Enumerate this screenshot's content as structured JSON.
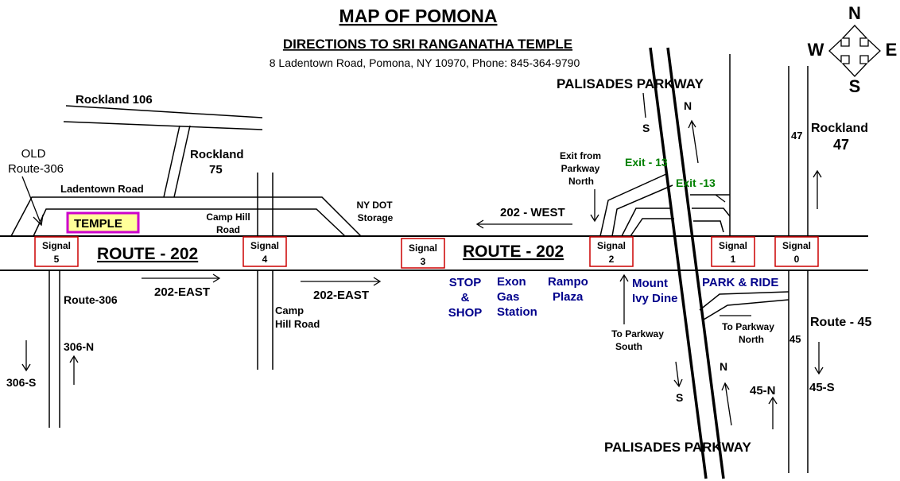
{
  "header": {
    "title": "MAP OF POMONA",
    "subtitle": "DIRECTIONS TO SRI RANGANATHA TEMPLE",
    "address": "8 Ladentown Road, Pomona, NY 10970, Phone: 845-364-9790"
  },
  "compass": {
    "n": "N",
    "s": "S",
    "e": "E",
    "w": "W"
  },
  "roads": {
    "route202": "ROUTE - 202",
    "route202_b": "ROUTE - 202",
    "rockland106": "Rockland 106",
    "rockland75_a": "Rockland",
    "rockland75_b": "75",
    "old306_a": "OLD",
    "old306_b": "Route-306",
    "ladentown": "Ladentown Road",
    "camphill_n_a": "Camp Hill",
    "camphill_n_b": "Road",
    "camphill_s_a": "Camp",
    "camphill_s_b": "Hill Road",
    "nydot_a": "NY DOT",
    "nydot_b": "Storage",
    "route306": "Route-306",
    "r306n": "306-N",
    "r306s": "306-S",
    "east1": "202-EAST",
    "east2": "202-EAST",
    "west": "202 - WEST",
    "palisades_top": "PALISADES PARKWAY",
    "palisades_bottom": "PALISADES PARKWAY",
    "exit_from_a": "Exit from",
    "exit_from_b": "Parkway",
    "exit_from_c": "North",
    "exit13a": "Exit - 13",
    "exit13b": "Exit -13",
    "to_south_a": "To Parkway",
    "to_south_b": "South",
    "to_north_a": "To Parkway",
    "to_north_b": "North",
    "rockland47_a": "Rockland",
    "rockland47_b": "47",
    "r47_small": "47",
    "route45": "Route - 45",
    "r45_small": "45",
    "r45n": "45-N",
    "r45s": "45-S",
    "pk_n_top": "N",
    "pk_s_top": "S",
    "pk_n_bot": "N",
    "pk_s_bot": "S"
  },
  "temple": "TEMPLE",
  "signals": [
    {
      "label": "Signal",
      "num": "5"
    },
    {
      "label": "Signal",
      "num": "4"
    },
    {
      "label": "Signal",
      "num": "3"
    },
    {
      "label": "Signal",
      "num": "2"
    },
    {
      "label": "Signal",
      "num": "1"
    },
    {
      "label": "Signal",
      "num": "0"
    }
  ],
  "places": {
    "stop_a": "STOP",
    "stop_b": "&",
    "stop_c": "SHOP",
    "exon_a": "Exon",
    "exon_b": "Gas",
    "exon_c": "Station",
    "rampo_a": "Rampo",
    "rampo_b": "Plaza",
    "ivy_a": "Mount",
    "ivy_b": "Ivy Dine",
    "park": "PARK & RIDE"
  },
  "colors": {
    "signal_border": "#cc0000",
    "temple_fill": "#ffff99",
    "temple_border": "#cc00cc",
    "place_text": "#00008b",
    "exit_text": "#008000"
  }
}
